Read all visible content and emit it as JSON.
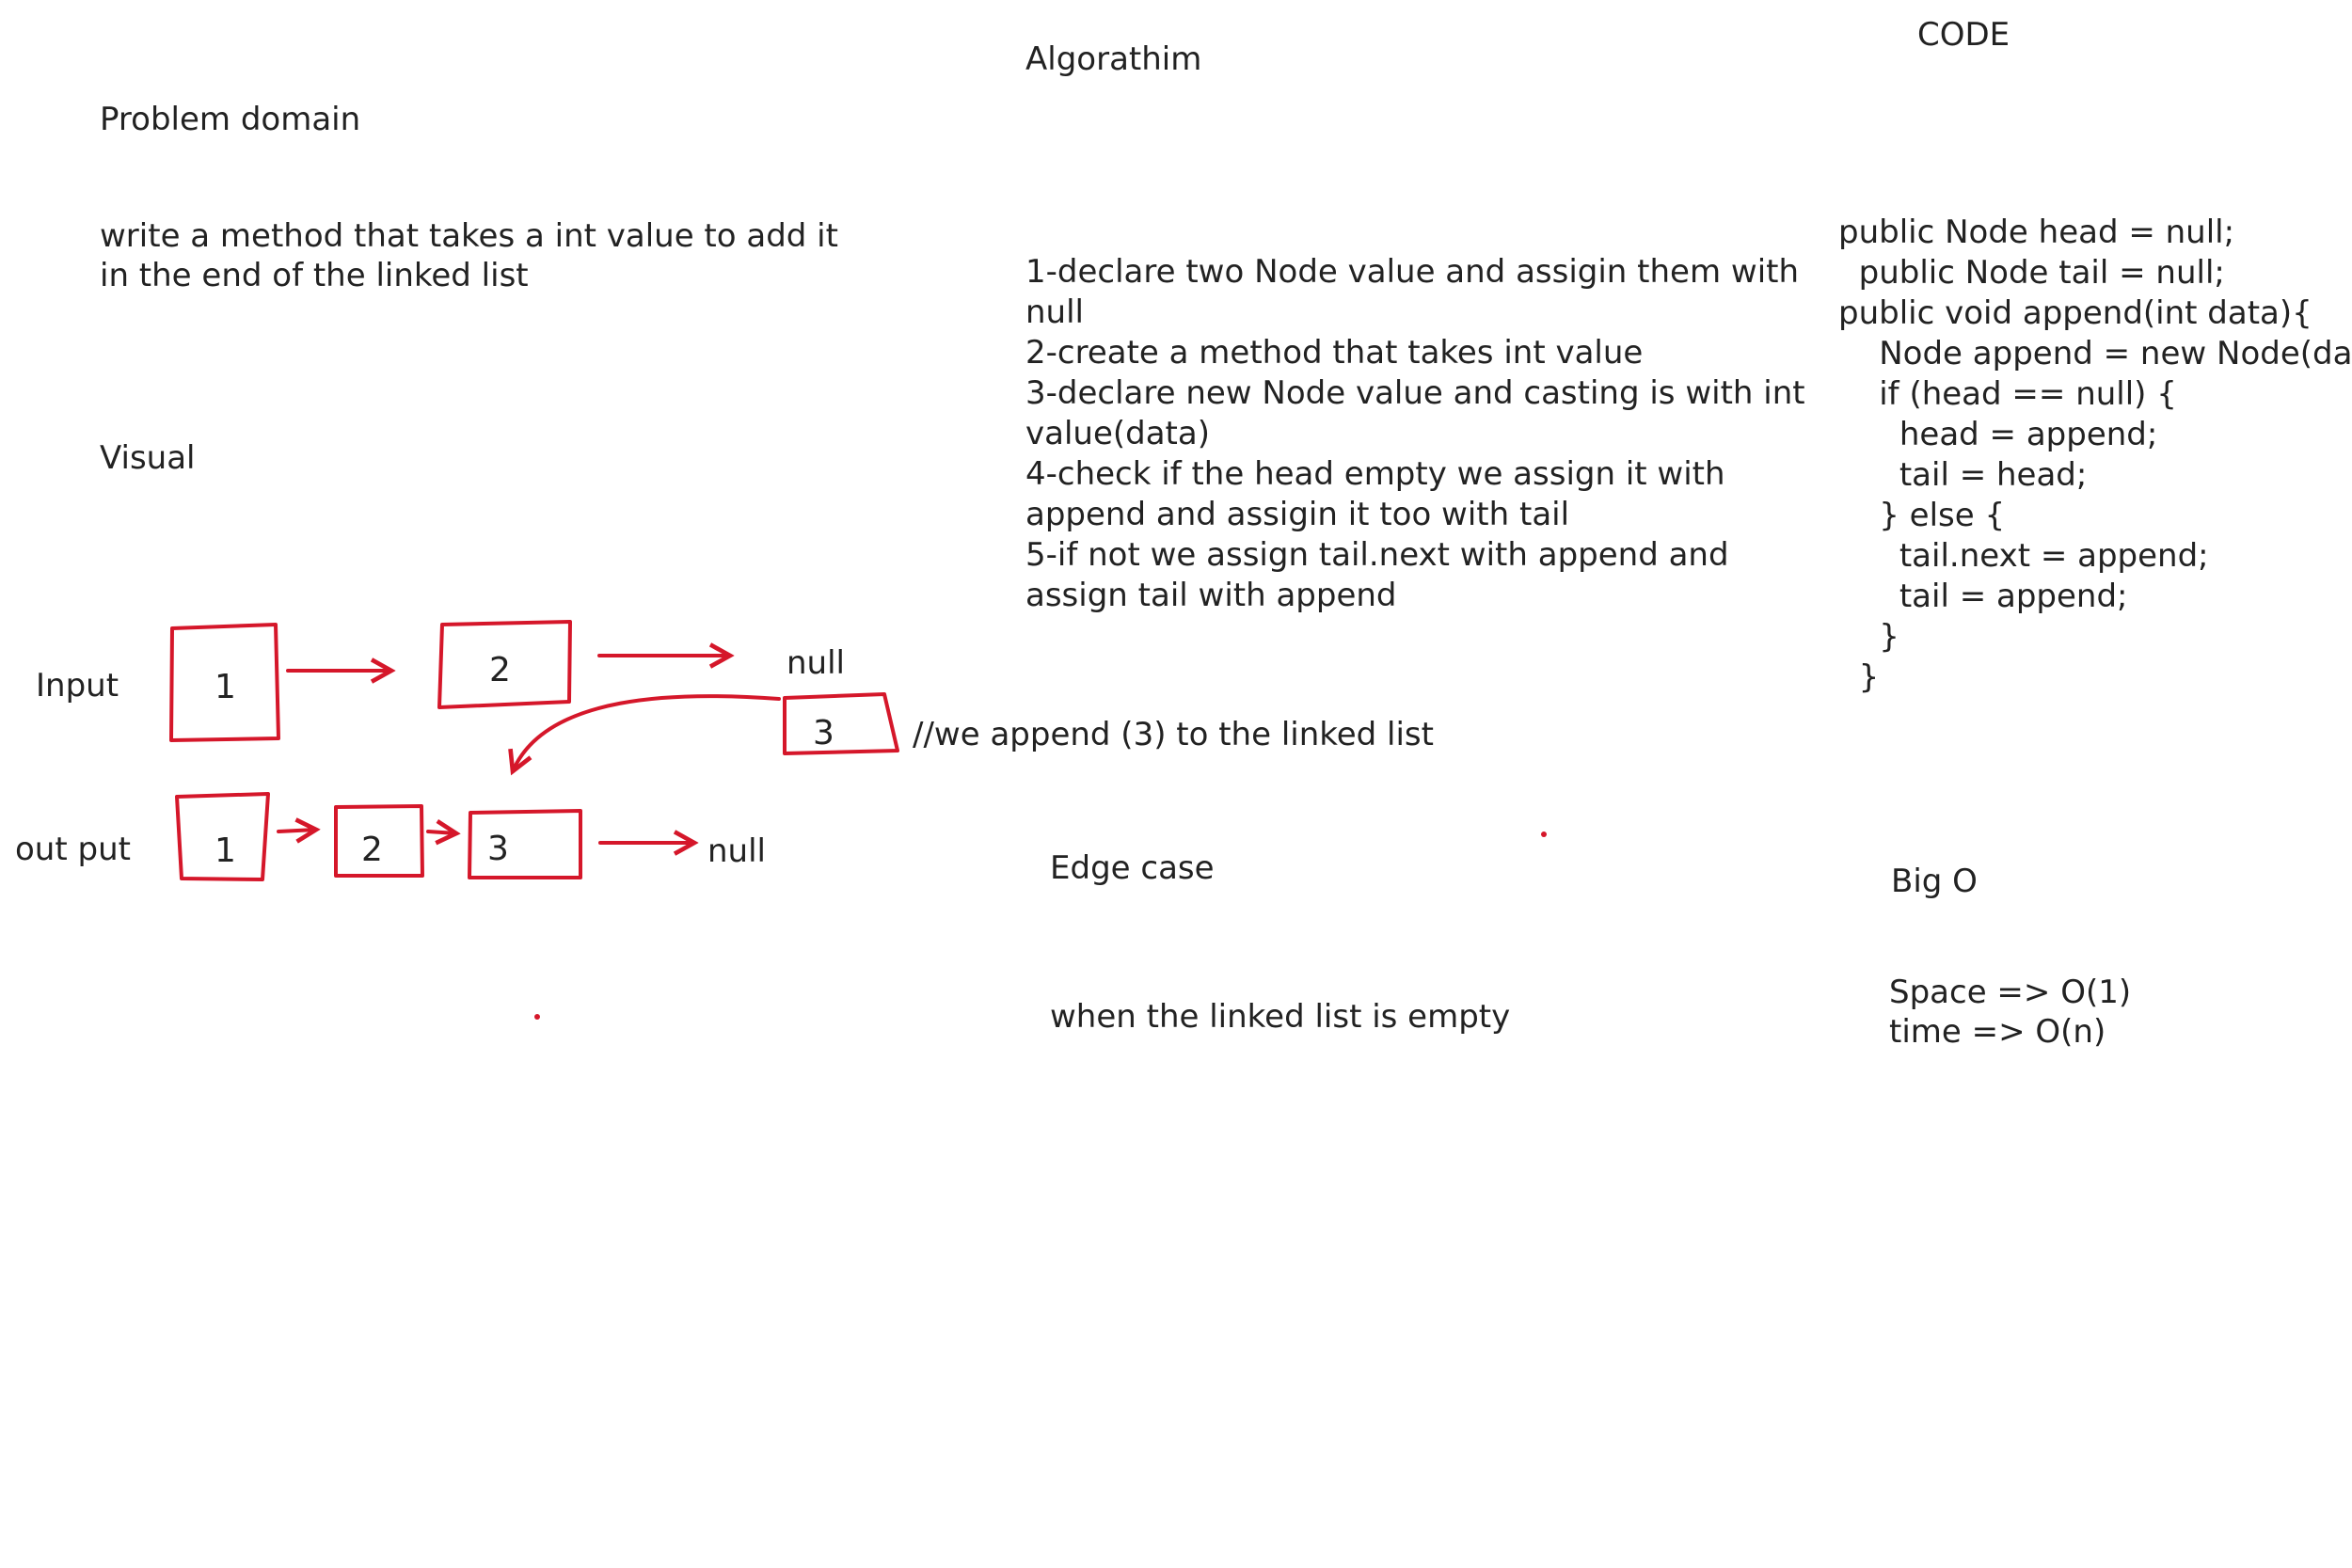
{
  "problem_domain": {
    "heading": "Problem domain",
    "lines": [
      "write a method that takes a int value to add it",
      "in the end of the linked list"
    ]
  },
  "visual": {
    "heading": "Visual",
    "input_label": "Input",
    "output_label": "out put",
    "input_nodes": [
      "1",
      "2"
    ],
    "input_null": "null",
    "appended_node": "3",
    "append_comment": "//we append (3) to the linked list",
    "output_nodes": [
      "1",
      "2",
      "3"
    ],
    "output_null": "null"
  },
  "algorithm": {
    "heading": "Algorathim",
    "lines": [
      "1-declare two Node value and assigin them with",
      "null",
      "2-create a method that takes int value",
      "3-declare new Node value and casting is with int",
      "value(data)",
      "4-check if the head empty we assign it with",
      "append and assigin it too with tail",
      "5-if not we assign tail.next with append and",
      "assign tail with append"
    ]
  },
  "edge_case": {
    "heading": "Edge case",
    "text": "when the linked list is empty"
  },
  "code": {
    "heading": "CODE",
    "lines": [
      "public Node head = null;",
      "  public Node tail = null;",
      "public void append(int data){",
      "    Node append = new Node(data);",
      "    if (head == null) {",
      "      head = append;",
      "      tail = head;",
      "    } else {",
      "      tail.next = append;",
      "      tail = append;",
      "    }",
      "  }"
    ]
  },
  "big_o": {
    "heading": "Big O",
    "space": "Space => O(1)",
    "time": "time => O(n)"
  },
  "colors": {
    "ink": "#222222",
    "accent": "#d5172a"
  }
}
